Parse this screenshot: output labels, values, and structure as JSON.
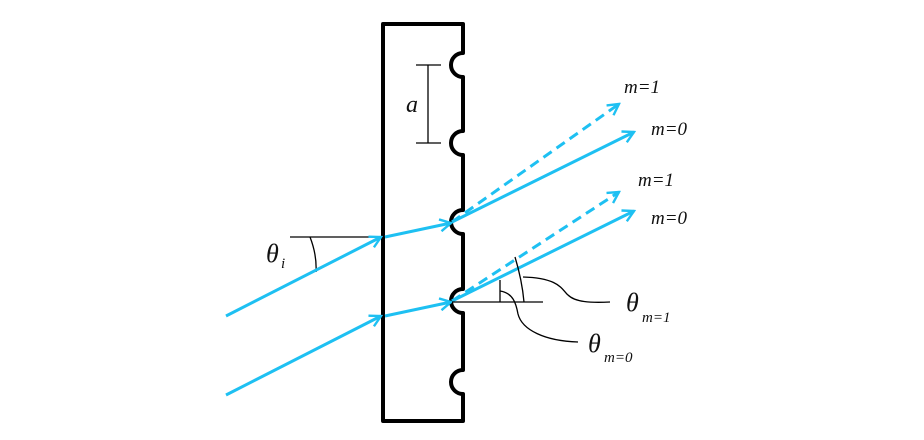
{
  "diagram": {
    "title": "Reflection grating diffraction orders",
    "colors": {
      "ray": "#1ec0f2",
      "outline": "#000000",
      "background": "#ffffff"
    },
    "labels": {
      "groove_spacing": "a",
      "incident_angle_symbol": "θ",
      "incident_angle_sub": "i",
      "upper_order1": "m=1",
      "upper_order0": "m=0",
      "lower_order1": "m=1",
      "lower_order0": "m=0",
      "theta_m1_symbol": "θ",
      "theta_m1_sub": "m=1",
      "theta_m0_symbol": "θ",
      "theta_m0_sub": "m=0"
    },
    "elements": {
      "grating": "grating-plate",
      "groove_count": 5,
      "incident_rays": 2,
      "orders_shown": [
        "m=0 (solid)",
        "m=1 (dashed)"
      ]
    }
  }
}
